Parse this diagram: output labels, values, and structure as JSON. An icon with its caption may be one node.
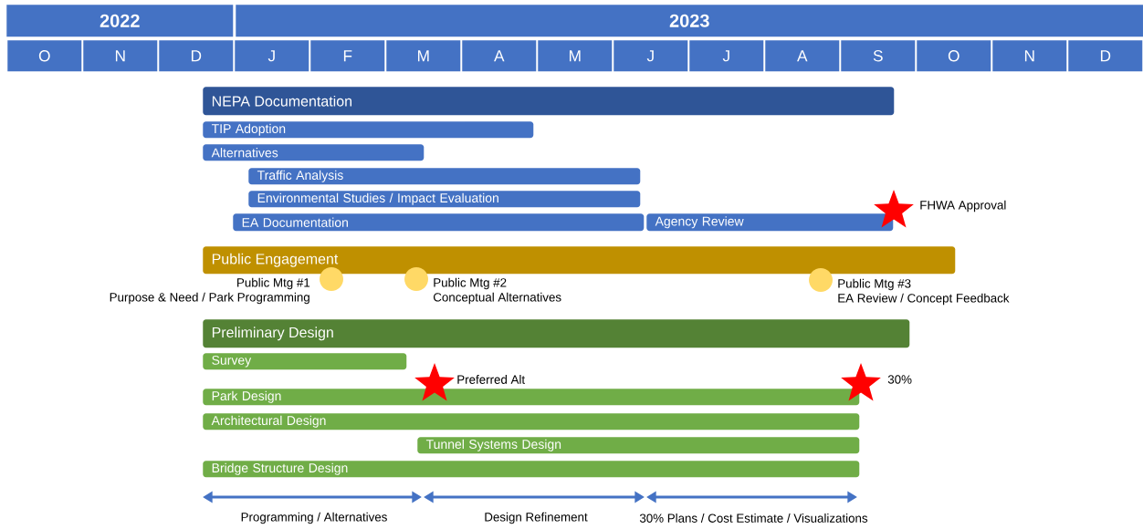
{
  "diagram": {
    "nodes": [
      {
        "text": [
          "2022"
        ]
      },
      {
        "text": [
          "2023"
        ]
      },
      {
        "text": [
          "O"
        ]
      },
      {
        "text": [
          "N"
        ]
      },
      {
        "text": [
          "D"
        ]
      },
      {
        "text": [
          "J"
        ]
      },
      {
        "text": [
          "F"
        ]
      },
      {
        "text": [
          "M"
        ]
      },
      {
        "text": [
          "A"
        ]
      },
      {
        "text": [
          "M"
        ]
      },
      {
        "text": [
          "J"
        ]
      },
      {
        "text": [
          "J"
        ]
      },
      {
        "text": [
          "A"
        ]
      },
      {
        "text": [
          "S"
        ]
      },
      {
        "text": [
          "O"
        ]
      },
      {
        "text": [
          "N"
        ]
      },
      {
        "text": [
          "D"
        ]
      },
      {
        "text": [
          "NEPA Documentation"
        ]
      },
      {
        "text": [
          "TIP Adoption"
        ]
      },
      {
        "text": [
          "Alternatives"
        ]
      },
      {
        "text": [
          "Traffic Analysis"
        ]
      },
      {
        "text": [
          "Environmental Studies / Impact Evaluation"
        ]
      },
      {
        "text": [
          "EA Documentation"
        ]
      },
      {
        "text": [
          "Agency Review"
        ]
      },
      {
        "text": [],
        "shape": "star",
        "beside": [
          "FHWA Approval"
        ]
      },
      {
        "text": [
          "Public Engagement"
        ]
      },
      {
        "text": [],
        "shape": "circle",
        "beside": [
          "Public Mtg #1",
          "Purpose & Need / Park Programming"
        ]
      },
      {
        "text": [],
        "shape": "circle",
        "beside": [
          "Public Mtg #2",
          "Conceptual Alternatives"
        ]
      },
      {
        "text": [],
        "shape": "circle",
        "beside": [
          "Public Mtg #3",
          "EA Review / Concept Feedback"
        ]
      },
      {
        "text": [
          "Preliminary Design"
        ]
      },
      {
        "text": [
          "Survey"
        ]
      },
      {
        "text": [],
        "shape": "star",
        "beside": [
          "Preferred Alt"
        ]
      },
      {
        "text": [],
        "shape": "star",
        "beside": [
          "30%"
        ]
      },
      {
        "text": [
          "Park Design"
        ]
      },
      {
        "text": [
          "Architectural Design"
        ]
      },
      {
        "text": [
          "Tunnel Systems Design"
        ]
      },
      {
        "text": [
          "Bridge Structure Design"
        ]
      }
    ],
    "labels": [
      "Programming / Alternatives",
      "Design Refinement",
      "30% Plans / Cost Estimate / Visualizations"
    ]
  }
}
